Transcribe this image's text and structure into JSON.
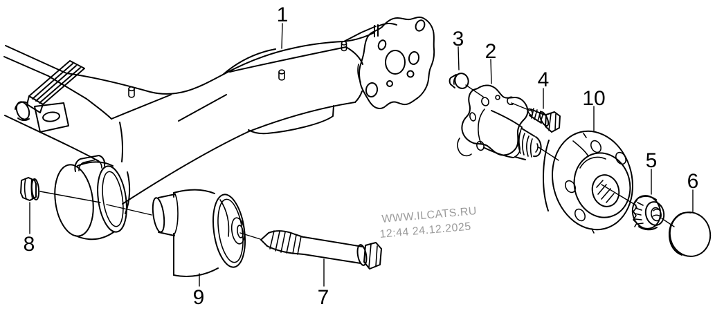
{
  "diagram": {
    "background": "#ffffff",
    "line_color": "#000000",
    "label_color": "#000000"
  },
  "watermark": {
    "line1": "WWW.ILCATS.RU",
    "line2": "12:44 24.12.2025",
    "color": "#9b9b9b"
  },
  "labels": {
    "l1": "1",
    "l2": "2",
    "l3": "3",
    "l4": "4",
    "l5": "5",
    "l6": "6",
    "l7": "7",
    "l8": "8",
    "l9": "9",
    "l10": "10"
  }
}
